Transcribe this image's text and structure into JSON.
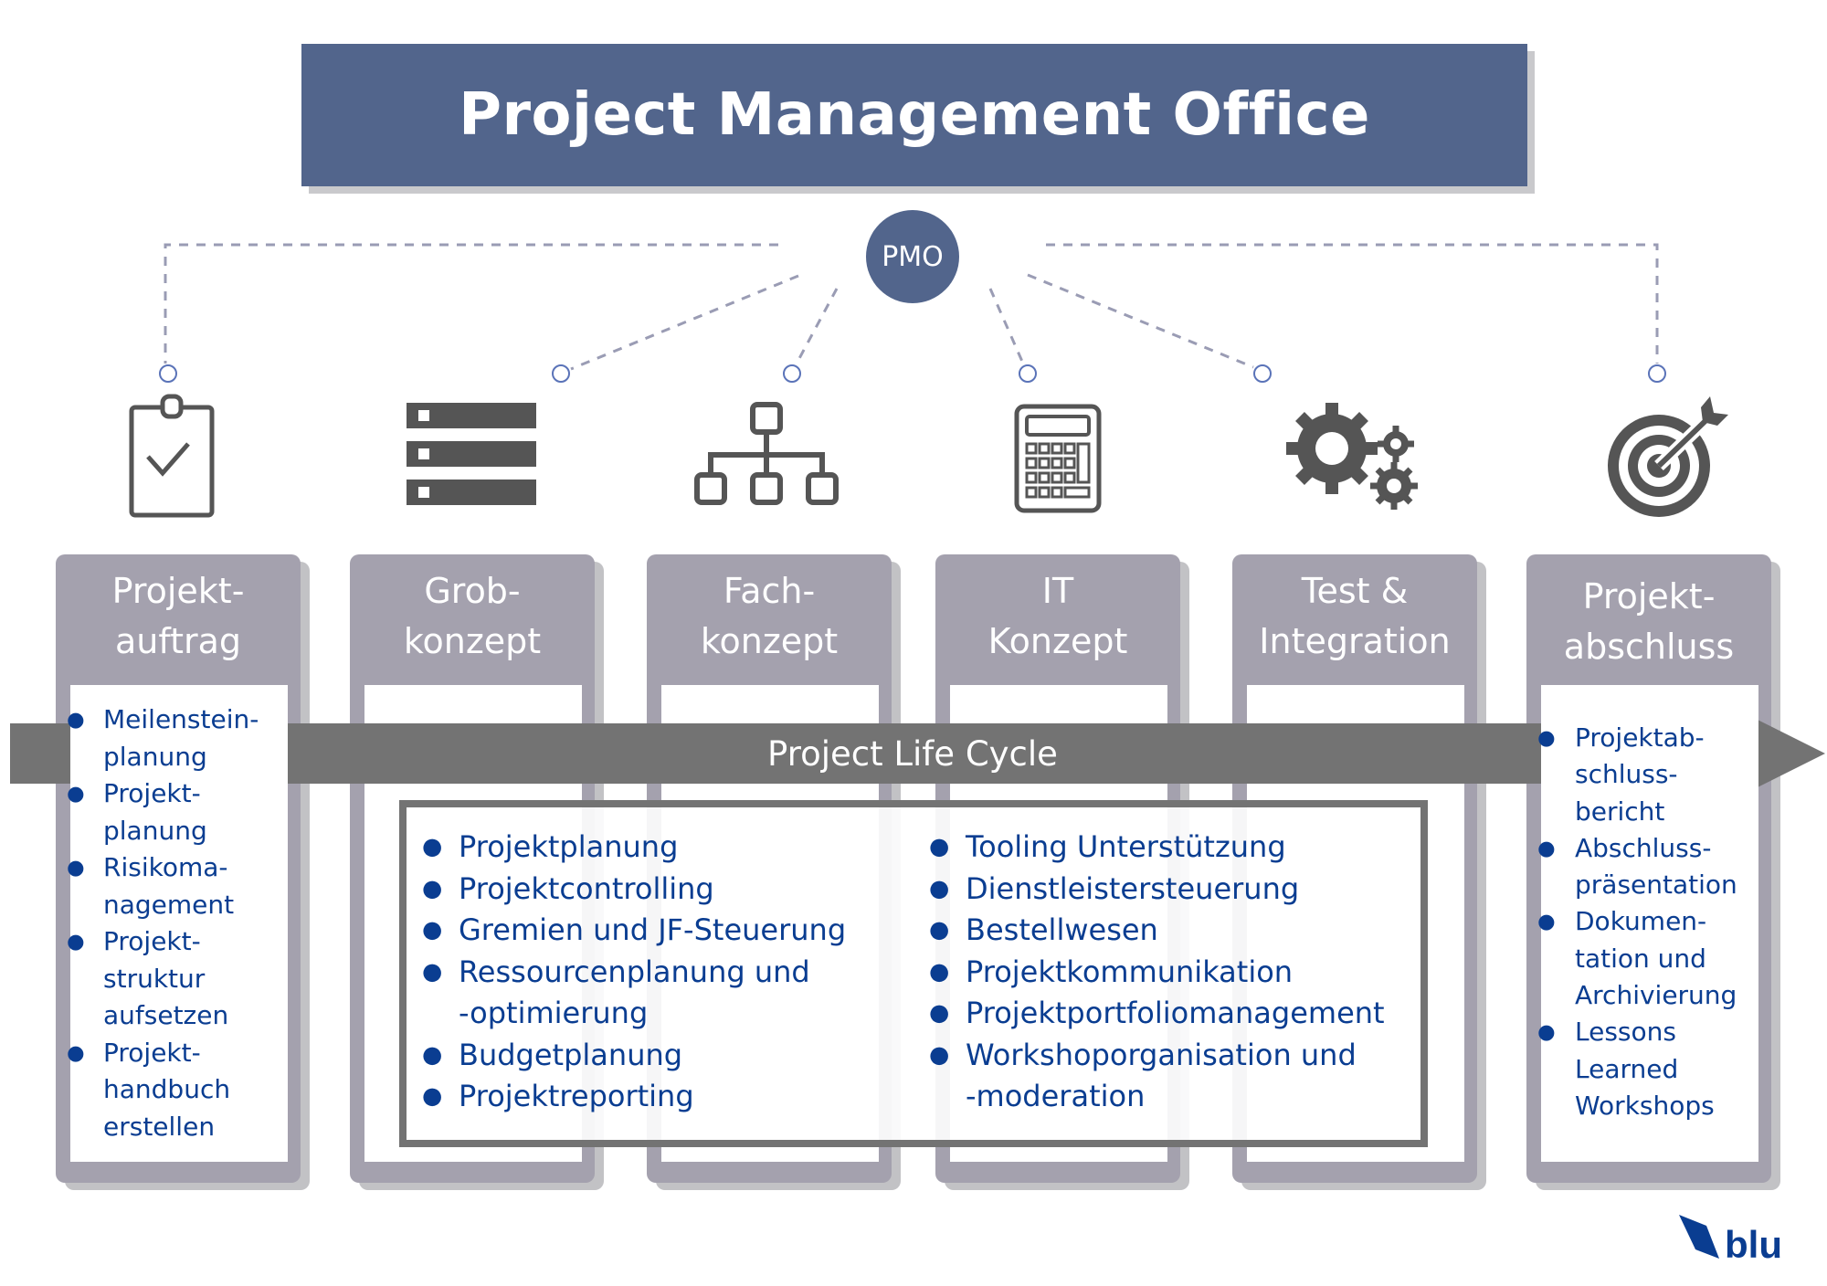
{
  "title": "Project Management Office",
  "hub_label": "PMO",
  "lifecycle_label": "Project Life Cycle",
  "brand": {
    "logo_text": "blu",
    "color": "#0a3d91"
  },
  "colors": {
    "banner": "#52658c",
    "card": "#a4a1ae",
    "band": "#737373",
    "text": "#0a3d91"
  },
  "phases": [
    {
      "title_lines": [
        "Projekt-",
        "auftrag"
      ],
      "icon": "clipboard-check-icon"
    },
    {
      "title_lines": [
        "Grob-",
        "konzept"
      ],
      "icon": "list-icon"
    },
    {
      "title_lines": [
        "Fach-",
        "konzept"
      ],
      "icon": "hierarchy-icon"
    },
    {
      "title_lines": [
        "IT",
        "Konzept"
      ],
      "icon": "calculator-icon"
    },
    {
      "title_lines": [
        "Test &",
        "Integration"
      ],
      "icon": "gears-icon"
    },
    {
      "title_lines": [
        "Projekt-",
        "abschluss"
      ],
      "icon": "target-icon"
    }
  ],
  "phase1_items": [
    [
      "Meilenstein-",
      "planung"
    ],
    [
      "Projekt-",
      "planung"
    ],
    [
      "Risikoma-",
      "nagement"
    ],
    [
      "Projekt-",
      "struktur",
      "aufsetzen"
    ],
    [
      "Projekt-",
      "handbuch",
      "erstellen"
    ]
  ],
  "phase6_items": [
    [
      "Projektab-",
      "schluss-",
      "bericht"
    ],
    [
      "Abschluss-",
      "präsentation"
    ],
    [
      "Dokumen-",
      "tation und",
      "Archivierung"
    ],
    [
      "Lessons",
      "Learned",
      "Workshops"
    ]
  ],
  "pmo_tasks_left": [
    [
      "Projektplanung"
    ],
    [
      "Projektcontrolling"
    ],
    [
      "Gremien und JF-Steuerung"
    ],
    [
      "Ressourcenplanung und",
      "-optimierung"
    ],
    [
      "Budgetplanung"
    ],
    [
      "Projektreporting"
    ]
  ],
  "pmo_tasks_right": [
    [
      "Tooling Unterstützung"
    ],
    [
      "Dienstleistersteuerung"
    ],
    [
      "Bestellwesen"
    ],
    [
      "Projektkommunikation"
    ],
    [
      "Projektportfoliomanagement"
    ],
    [
      "Workshoporganisation und",
      "-moderation"
    ]
  ]
}
